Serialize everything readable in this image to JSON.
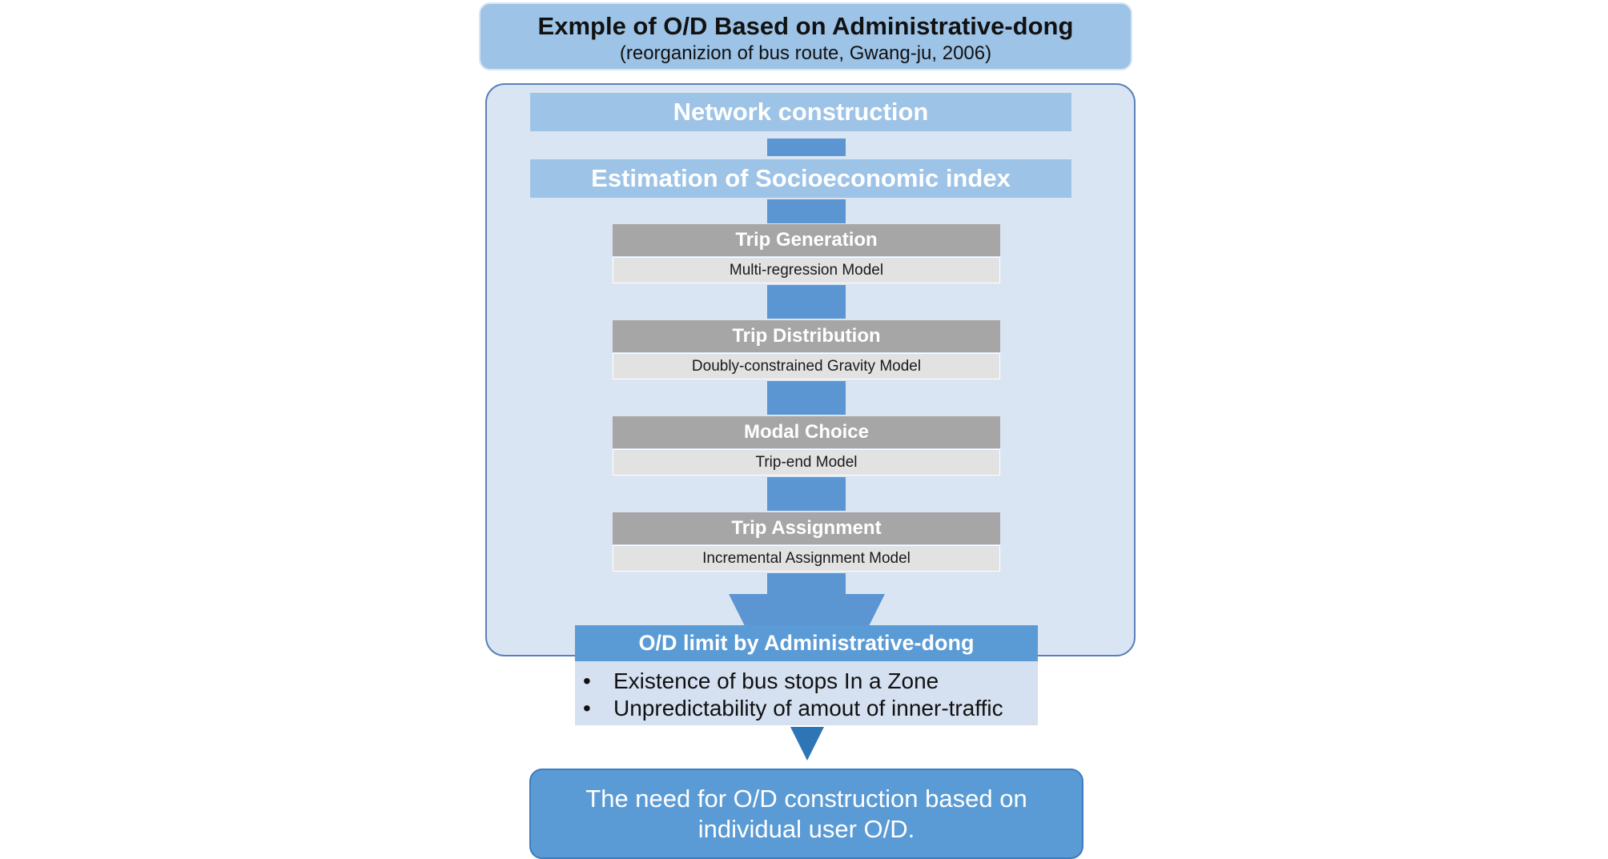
{
  "title": {
    "main": "Exmple of O/D Based on Administrative-dong",
    "sub": "(reorganizion of bus route, Gwang-ju, 2006)"
  },
  "stages": {
    "network": "Network construction",
    "socio": "Estimation of Socioeconomic index"
  },
  "steps": [
    {
      "head": "Trip Generation",
      "sub": "Multi-regression Model"
    },
    {
      "head": "Trip Distribution",
      "sub": "Doubly-constrained Gravity Model"
    },
    {
      "head": "Modal Choice",
      "sub": "Trip-end Model"
    },
    {
      "head": "Trip Assignment",
      "sub": "Incremental Assignment Model"
    }
  ],
  "od_limit": {
    "title": "O/D limit by Administrative-dong",
    "bullets": [
      "Existence of bus stops In a Zone",
      "Unpredictability of amout of inner-traffic"
    ]
  },
  "conclusion": "The need for O/D construction based on individual user O/D.",
  "colors": {
    "title_fill": "#9dc3e6",
    "panel_fill": "#dae5f4",
    "panel_border": "#5b80b8",
    "connector": "#5b96d2",
    "step_head": "#a6a6a6",
    "step_sub": "#e2e2e2",
    "od_head": "#5b9bd5",
    "arrow": "#2e75b6"
  }
}
